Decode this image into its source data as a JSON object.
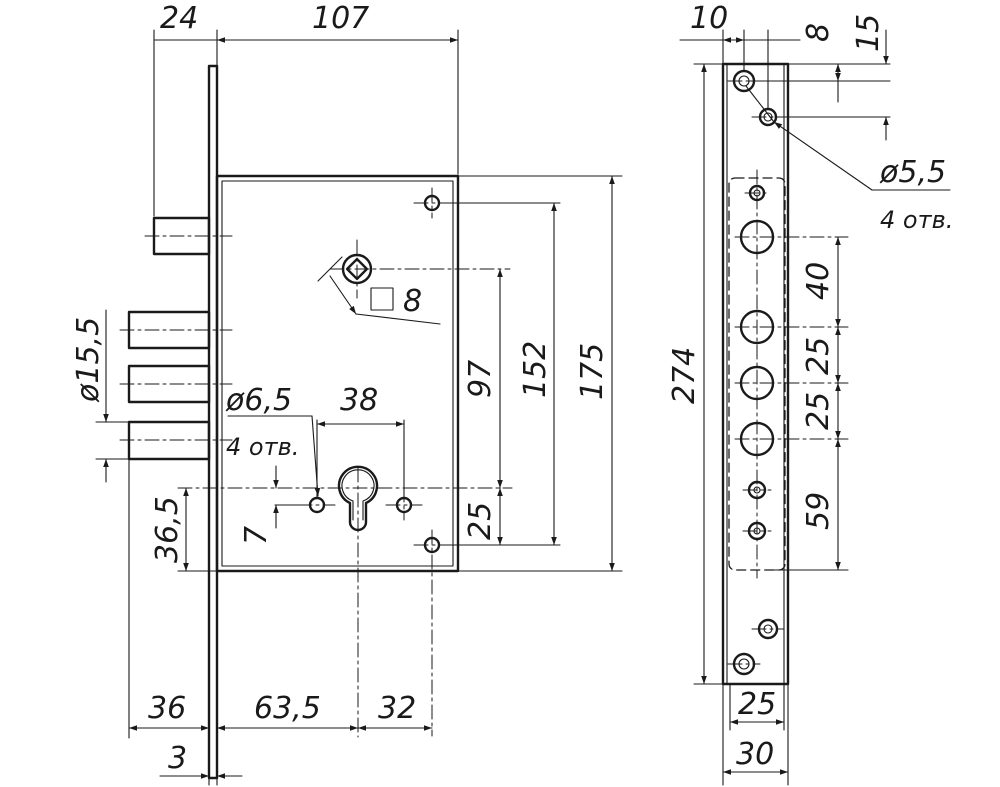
{
  "dimensions": {
    "d24": "24",
    "d107": "107",
    "d10": "10",
    "d8": "8",
    "d15": "15",
    "d5_5": "ø5,5",
    "holes_4_right": "4 отв.",
    "sq8": "8",
    "d15_5": "ø15,5",
    "d6_5": "ø6,5",
    "holes_4_left": "4 отв.",
    "d38": "38",
    "d97": "97",
    "d152": "152",
    "d175": "175",
    "d25_mid": "25",
    "d36_5": "36,5",
    "d7": "7",
    "d274": "274",
    "d40": "40",
    "d25_a": "25",
    "d25_b": "25",
    "d59": "59",
    "d36": "36",
    "d63_5": "63,5",
    "d32": "32",
    "d3": "3",
    "d25_bottom": "25",
    "d30": "30"
  }
}
